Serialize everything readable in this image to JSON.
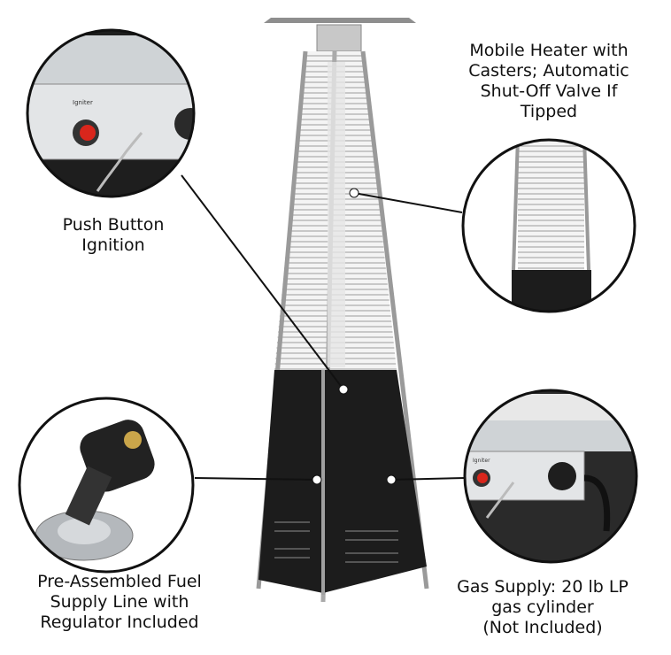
{
  "callouts": {
    "ignition": {
      "line1": "Push Button",
      "line2": "Ignition"
    },
    "mobile": {
      "line1": "Mobile Heater with",
      "line2": "Casters; Automatic",
      "line3": "Shut-Off Valve If",
      "line4": "Tipped"
    },
    "fuel_line": {
      "line1": "Pre-Assembled Fuel",
      "line2": "Supply Line with",
      "line3": "Regulator Included"
    },
    "gas_supply": {
      "line1": "Gas Supply: 20 lb LP",
      "line2": "gas cylinder",
      "line3": "(Not Included)"
    }
  },
  "panel_labels": {
    "igniter": "Igniter",
    "igniter_small": "Igniter"
  },
  "colors": {
    "frame": "#9a9a9a",
    "base": "#1c1c1c",
    "igniter_button": "#d9261c",
    "text": "#111111"
  }
}
